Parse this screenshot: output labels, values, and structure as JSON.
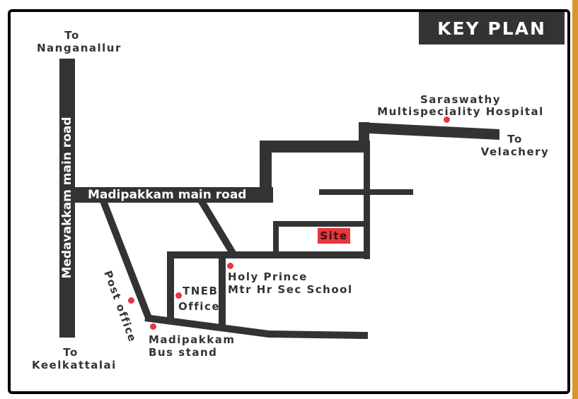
{
  "title": "KEY PLAN",
  "colors": {
    "road": "#333333",
    "marker": "#e8363c",
    "site_highlight": "#e8363c",
    "accent_bar": "#d9962f",
    "frame": "#000000"
  },
  "roads": {
    "vertical_main": "Medavakkam main road",
    "horizontal_main": "Madipakkam main road"
  },
  "directions": {
    "north": {
      "line1": "To",
      "line2": "Nanganallur"
    },
    "south": {
      "line1": "To",
      "line2": "Keelkattalai"
    },
    "east": {
      "line1": "To",
      "line2": "Velachery"
    }
  },
  "site": {
    "label": "Site"
  },
  "landmarks": [
    {
      "id": "hospital",
      "line1": "Saraswathy",
      "line2": "Multispeciality Hospital"
    },
    {
      "id": "school",
      "line1": "Holy Prince",
      "line2": "Mtr Hr Sec School"
    },
    {
      "id": "tneb",
      "line1": "TNEB",
      "line2": "Office"
    },
    {
      "id": "post-office",
      "line1": "Post office"
    },
    {
      "id": "bus-stand",
      "line1": "Madipakkam",
      "line2": "Bus stand"
    }
  ]
}
